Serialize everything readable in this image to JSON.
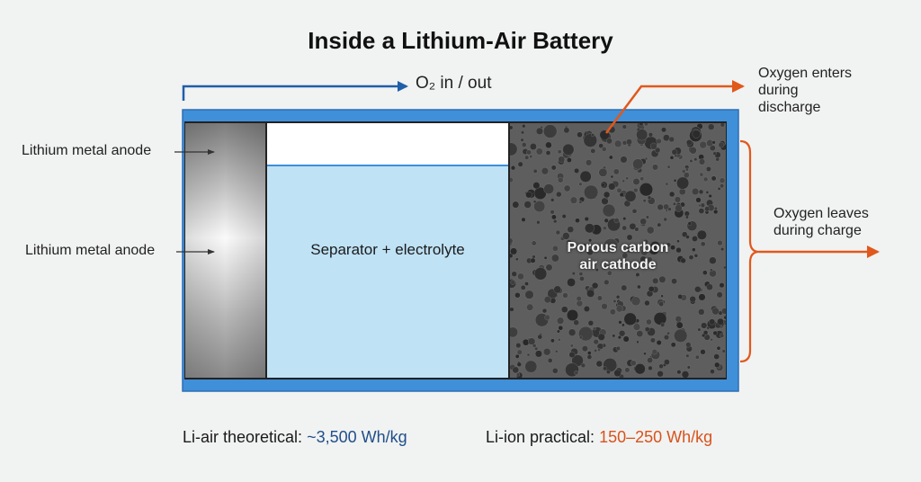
{
  "title": "Inside a Lithium-Air Battery",
  "o2_flow_label": "O₂ in / out",
  "anode_labels": [
    "Lithium metal anode",
    "Lithium metal anode"
  ],
  "separator_label": "Separator + electrolyte",
  "cathode_label": [
    "Porous carbon",
    "air cathode"
  ],
  "oxygen_enters": [
    "Oxygen enters",
    "during",
    "discharge"
  ],
  "oxygen_leaves": [
    "Oxygen leaves",
    "during charge"
  ],
  "footer": {
    "li_air_label": "Li-air theoretical:",
    "li_air_value": "~3,500 Wh/kg",
    "li_ion_label": "Li-ion practical:",
    "li_ion_value": "150–250 Wh/kg"
  },
  "colors": {
    "casing": "#3f8fd9",
    "electrolyte": "#bfe2f5",
    "cathode": "#5e5e5e",
    "blue_arrow": "#1f5fa8",
    "orange_arrow": "#e0581c"
  }
}
